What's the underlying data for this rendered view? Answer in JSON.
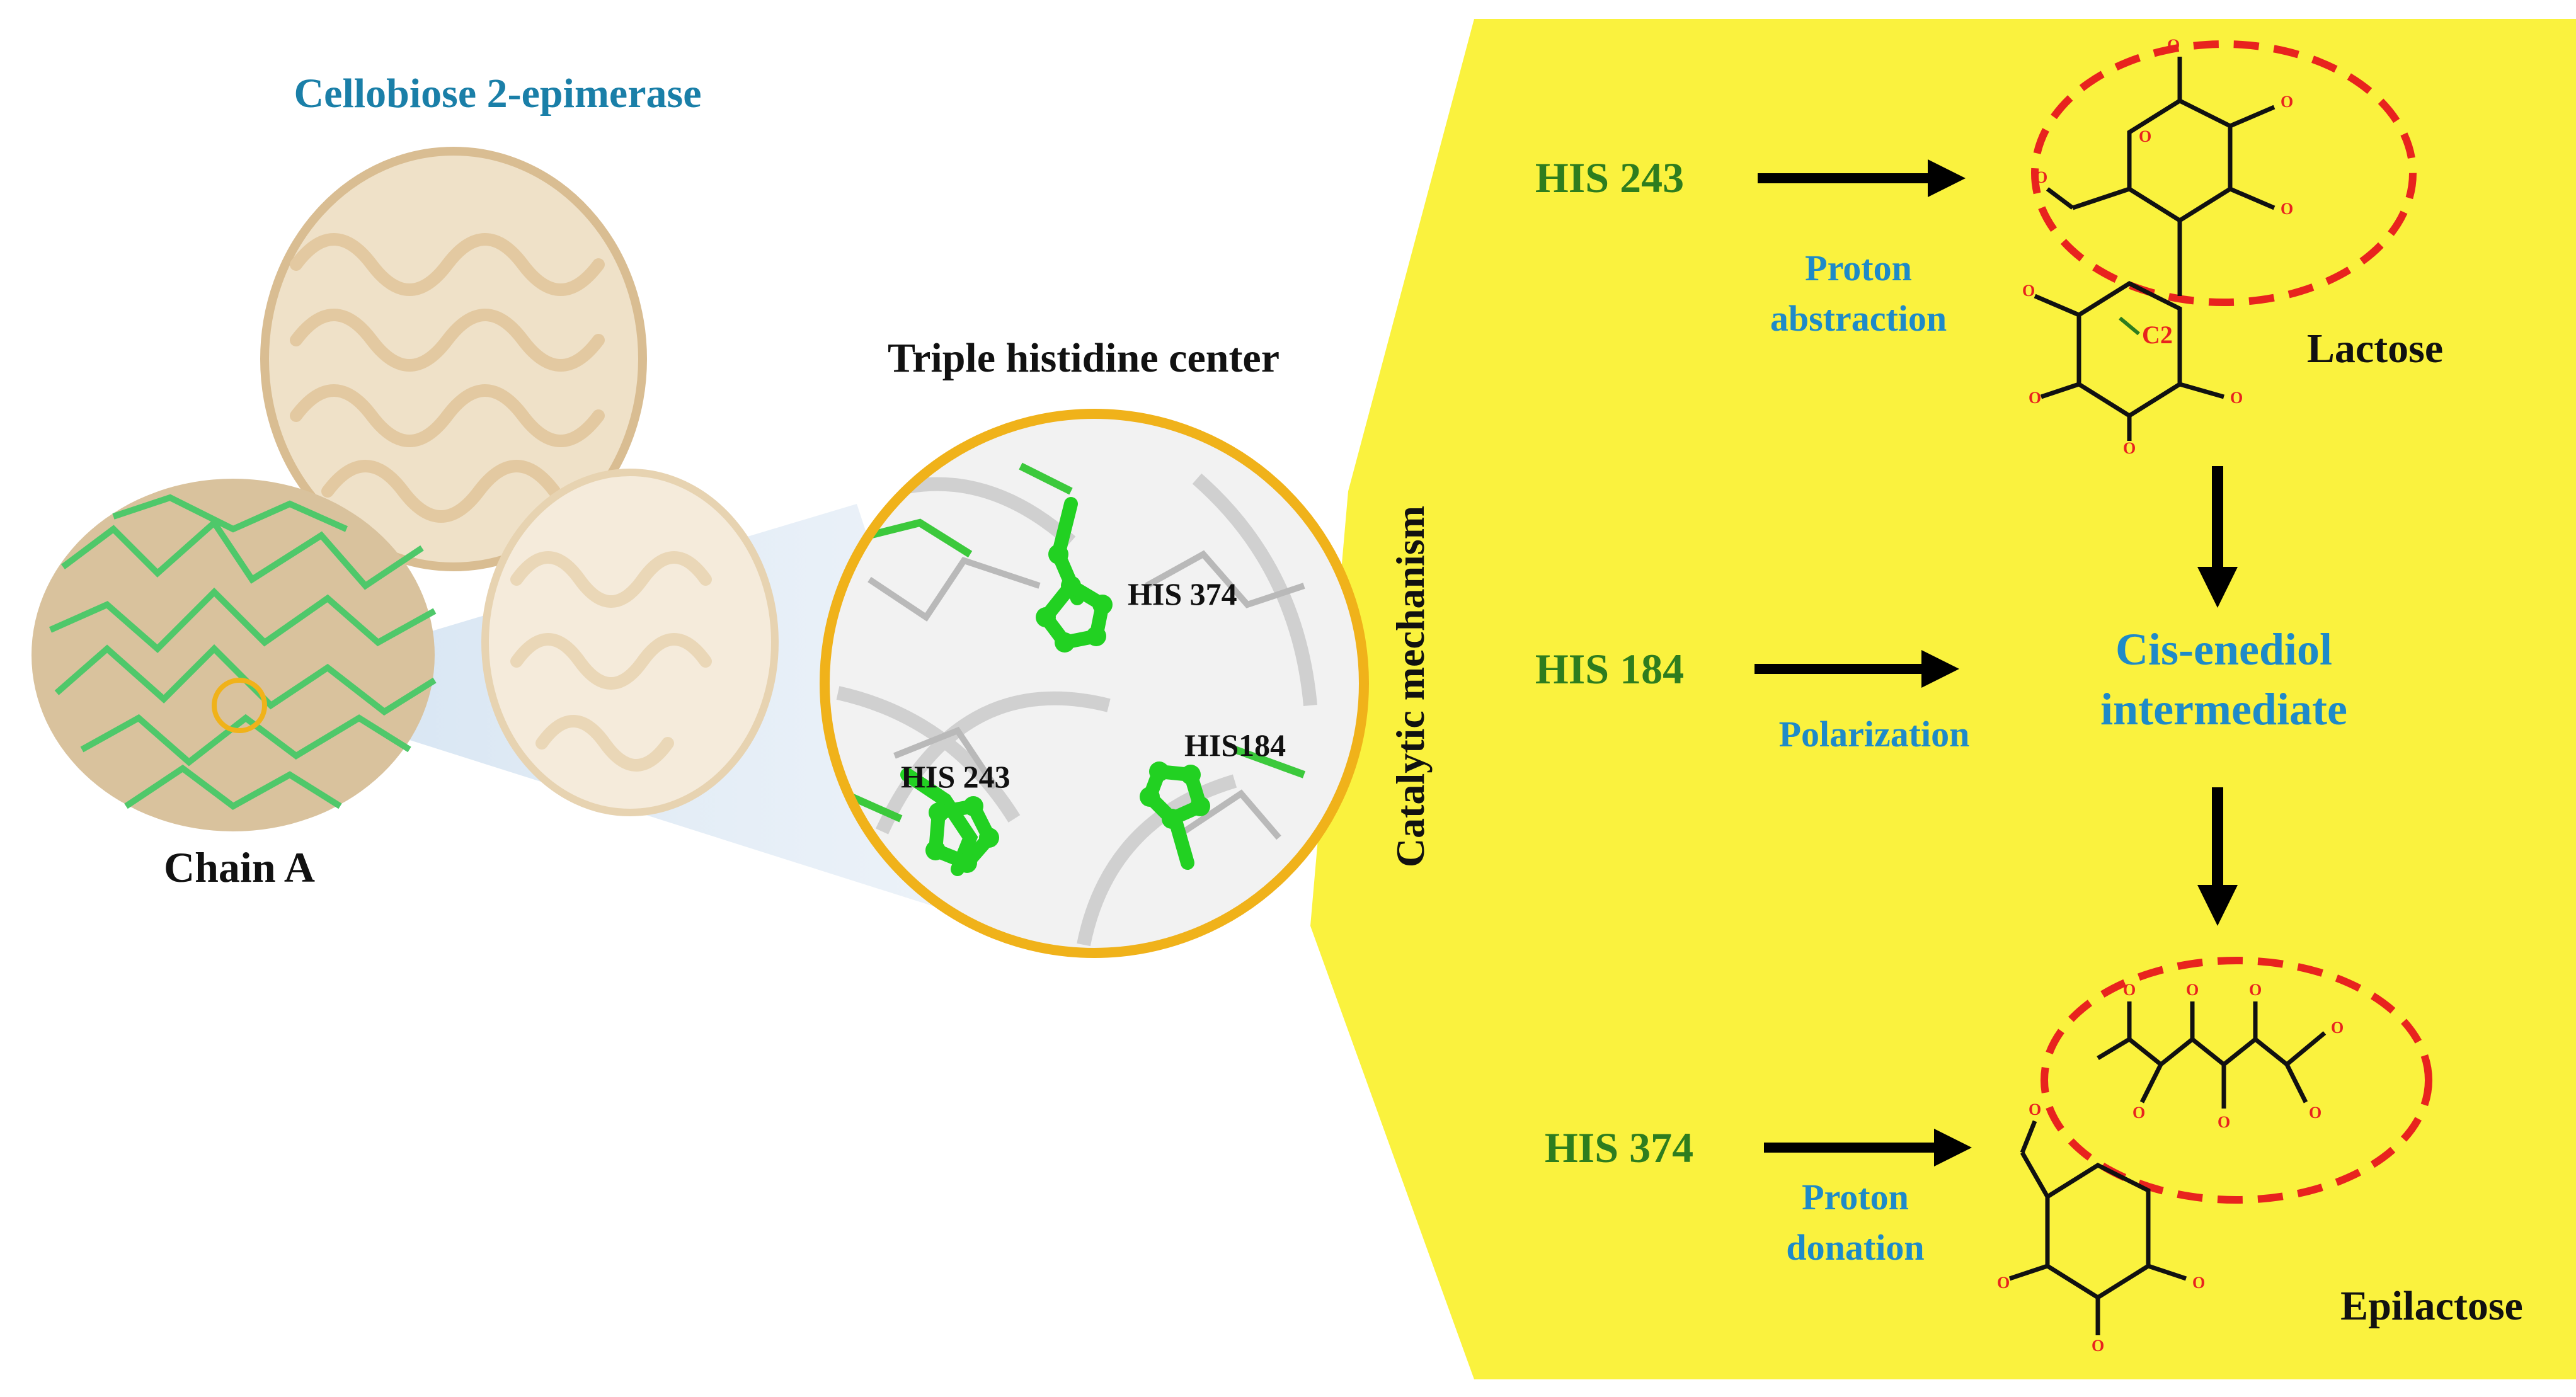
{
  "figure": {
    "enzyme_title": "Cellobiose 2-epimerase",
    "chain_label": "Chain A",
    "center_title": "Triple histidine center",
    "zoom_labels": {
      "his374": "HIS 374",
      "his243": "HIS 243",
      "his184": "HIS184"
    },
    "mechanism_label": "Catalytic mechanism",
    "steps": [
      {
        "residue": "HIS 243",
        "action_line1": "Proton",
        "action_line2": "abstraction"
      },
      {
        "residue": "HIS 184",
        "action_line1": "Polarization",
        "action_line2": ""
      },
      {
        "residue": "HIS 374",
        "action_line1": "Proton",
        "action_line2": "donation"
      }
    ],
    "products": {
      "lactose": "Lactose",
      "intermediate_line1": "Cis-enediol",
      "intermediate_line2": "intermediate",
      "epilactose": "Epilactose",
      "c2_label": "C2"
    },
    "colors": {
      "panel_yellow": "#FAF23E",
      "residue_green": "#2E7D1E",
      "action_blue": "#1E8AC8",
      "title_teal": "#1A7FA8",
      "highlight_red": "#E8231E",
      "ring_orange": "#F0B21A",
      "protein_tan": "#E3C9A1",
      "chain_green": "#4FC86A"
    }
  }
}
